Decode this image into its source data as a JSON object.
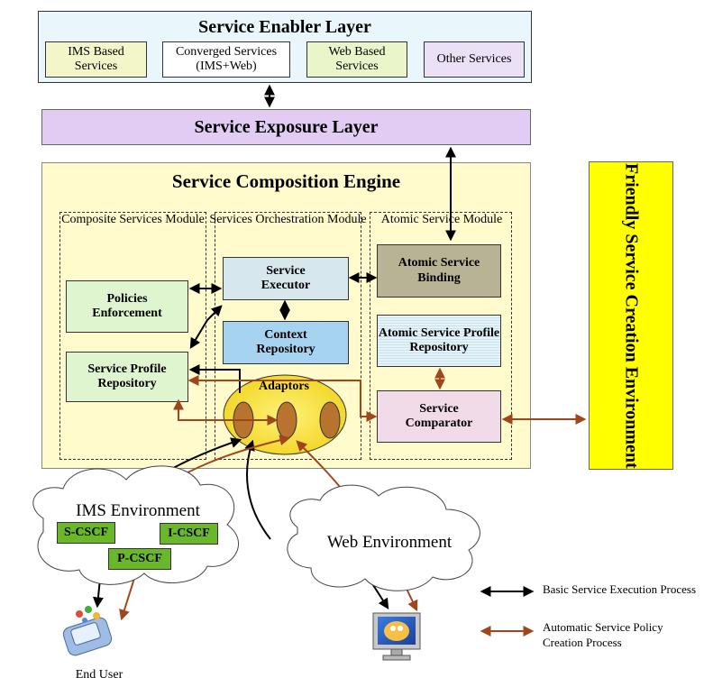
{
  "enabler": {
    "title": "Service Enabler Layer",
    "items": [
      {
        "label": "IMS Based Services",
        "color": "#f3f6c9"
      },
      {
        "label": "Converged Services (IMS+Web)",
        "color": "#ffffff"
      },
      {
        "label": "Web Based Services",
        "color": "#eaf6c9"
      },
      {
        "label": "Other Services",
        "color": "#ece0f7"
      }
    ]
  },
  "exposure": {
    "title": "Service Exposure Layer",
    "color": "#e2ccf3"
  },
  "engine": {
    "title": "Service Composition Engine",
    "color": "#fffbcc",
    "modules": {
      "composite": "Composite Services Module",
      "orchestration": "Services Orchestration Module",
      "atomic": "Atomic Service Module"
    },
    "boxes": {
      "policies": "Policies Enforcement",
      "profile_repo": "Service Profile Repository",
      "executor": "Service Executor",
      "context_repo": "Context Repository",
      "adaptors": "Adaptors",
      "atomic_binding": "Atomic Service Binding",
      "atomic_profile_repo": "Atomic Service Profile Repository",
      "comparator": "Service Comparator"
    }
  },
  "friendly": {
    "title": "Friendly Service Creation Environment",
    "color": "#ffff00"
  },
  "ims": {
    "title": "IMS Environment",
    "nodes": [
      "S-CSCF",
      "I-CSCF",
      "P-CSCF"
    ]
  },
  "web": {
    "title": "Web Environment"
  },
  "end_user": "End User",
  "legend": {
    "basic": "Basic Service Execution Process",
    "auto": "Automatic Service Policy Creation Process"
  },
  "colors": {
    "black_arrow": "#000000",
    "brown_arrow": "#a0461c",
    "green_box": "#dff5cf",
    "blue_box": "#a6d3f0",
    "grey_box": "#b8b394",
    "pink_box": "#f2dbe8",
    "csf_green": "#6ab82a"
  }
}
